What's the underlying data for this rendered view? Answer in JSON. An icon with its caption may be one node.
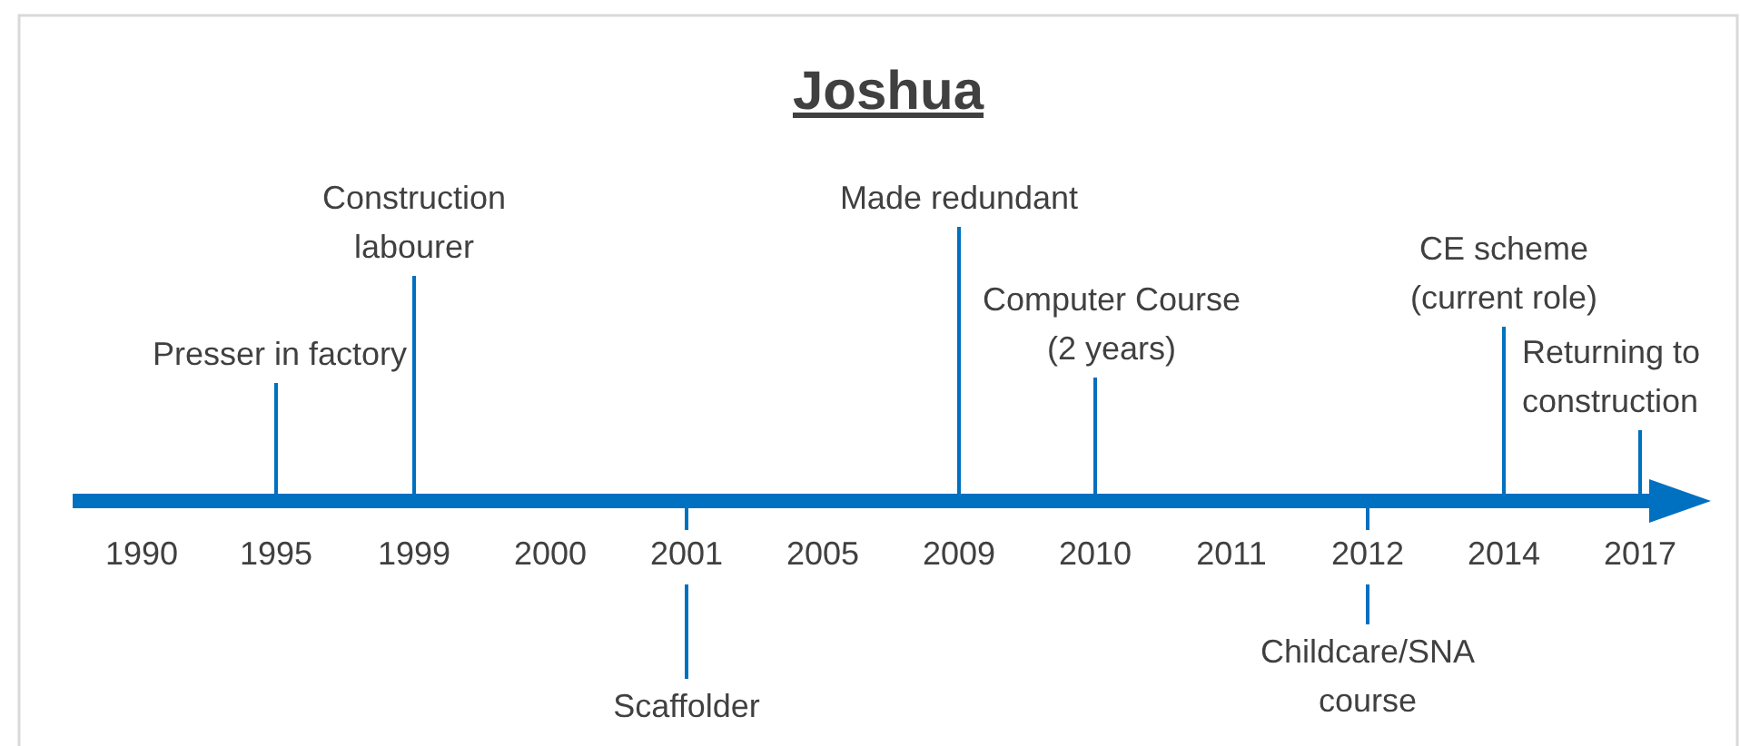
{
  "diagram": {
    "title": "Joshua",
    "nodes": [
      {
        "text": [
          "Presser in factory"
        ]
      },
      {
        "text": [
          "Construction labourer"
        ]
      },
      {
        "text": [
          "Scaffolder"
        ]
      },
      {
        "text": [
          "Made redundant"
        ]
      },
      {
        "text": [
          "Computer Course (2 years)"
        ]
      },
      {
        "text": [
          "Childcare/SNA course"
        ]
      },
      {
        "text": [
          "CE scheme (current role)"
        ]
      },
      {
        "text": [
          "Returning to construction"
        ]
      }
    ],
    "edges": [
      {
        "from": 0,
        "to": null,
        "arrow": "none"
      },
      {
        "from": 1,
        "to": null,
        "arrow": "none"
      },
      {
        "from": 2,
        "to": null,
        "arrow": "none"
      },
      {
        "from": 3,
        "to": null,
        "arrow": "none"
      },
      {
        "from": 4,
        "to": null,
        "arrow": "none"
      },
      {
        "from": 5,
        "to": null,
        "arrow": "none"
      },
      {
        "from": 6,
        "to": null,
        "arrow": "none"
      },
      {
        "from": 7,
        "to": null,
        "arrow": "none"
      }
    ],
    "labels": [
      "1990",
      "1995",
      "1999",
      "2000",
      "2001",
      "2005",
      "2009",
      "2010",
      "2011",
      "2012",
      "2014",
      "2017"
    ]
  }
}
